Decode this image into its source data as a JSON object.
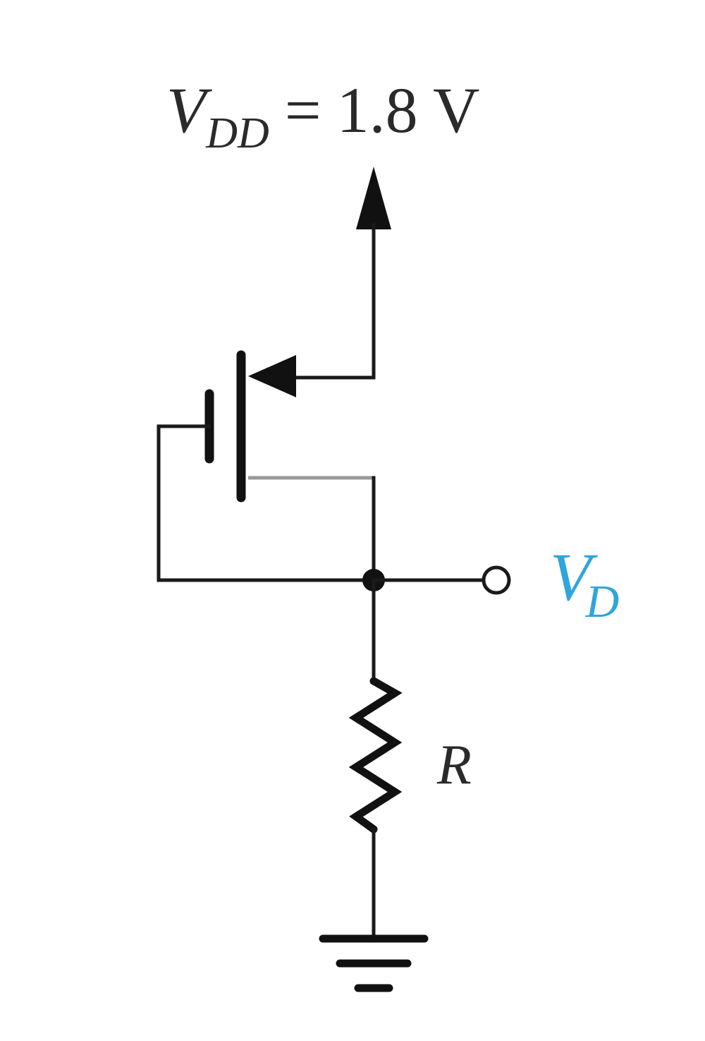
{
  "circuit": {
    "supply": {
      "symbol": "V",
      "subscript": "DD",
      "equals": "=",
      "value": "1.8 V"
    },
    "output": {
      "symbol": "V",
      "subscript": "D",
      "color": "#2fa5dd"
    },
    "resistor": {
      "label": "R"
    }
  },
  "colors": {
    "wire": "#1a1a1a",
    "output_label": "#2fa5dd"
  }
}
